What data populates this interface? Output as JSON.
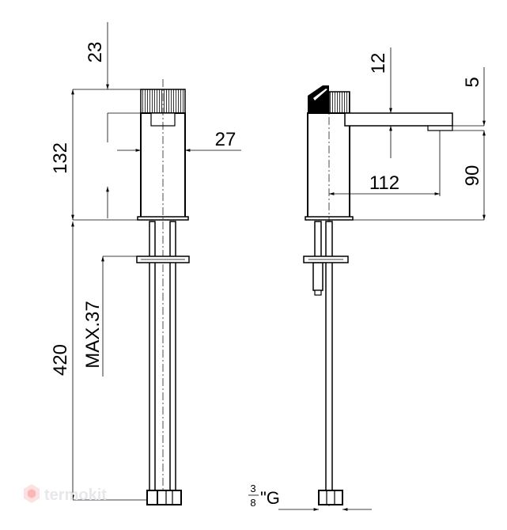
{
  "dimensions": {
    "d23": "23",
    "d132": "132",
    "d27": "27",
    "d420": "420",
    "max37": "MAX.37",
    "d12": "12",
    "d5": "5",
    "d112": "112",
    "d90": "90"
  },
  "thread": {
    "numerator": "3",
    "denominator": "8",
    "suffix": "\"G"
  },
  "watermark": {
    "text": "termokit"
  }
}
